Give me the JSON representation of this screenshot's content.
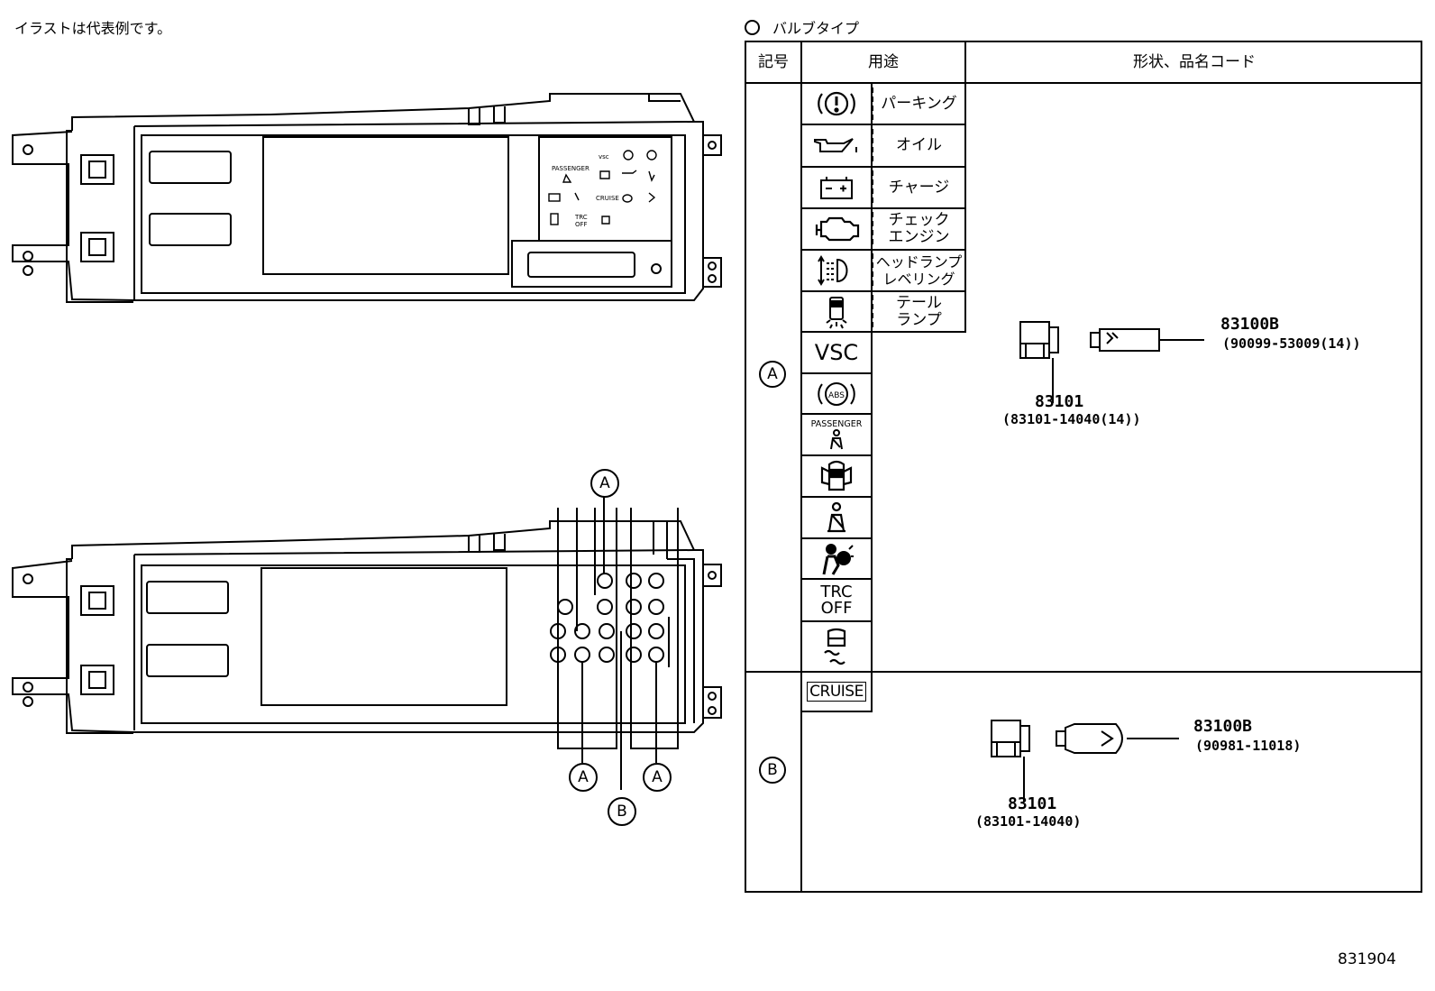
{
  "note": "イラストは代表例です。",
  "bulb_type_title": "バルブタイプ",
  "diagram_id": "831904",
  "table": {
    "headers": {
      "symbol": "記号",
      "usage": "用途",
      "shape_code": "形状、品名コード"
    },
    "row_a": {
      "symbol": "A",
      "items": [
        {
          "icon": "parking-brake-icon",
          "label": "パーキング"
        },
        {
          "icon": "oil-icon",
          "label": "オイル"
        },
        {
          "icon": "battery-icon",
          "label": "チャージ"
        },
        {
          "icon": "check-engine-icon",
          "label": "チェック\nエンジン"
        },
        {
          "icon": "headlamp-leveling-icon",
          "label": "ヘッドランプ\nレベリング"
        },
        {
          "icon": "tail-lamp-icon",
          "label": "テール\nランプ"
        },
        {
          "icon": "vsc-icon",
          "text": "VSC"
        },
        {
          "icon": "abs-icon",
          "text": "ABS"
        },
        {
          "icon": "passenger-seatbelt-icon",
          "text": "PASSENGER"
        },
        {
          "icon": "door-open-icon"
        },
        {
          "icon": "seatbelt-icon"
        },
        {
          "icon": "airbag-icon"
        },
        {
          "icon": "trc-off-icon",
          "text": "TRC\nOFF"
        },
        {
          "icon": "slip-indicator-icon"
        }
      ],
      "socket_part": "83101",
      "socket_code": "(83101-14040(14))",
      "bulb_part": "83100B",
      "bulb_code": "(90099-53009(14))"
    },
    "row_b": {
      "symbol": "B",
      "items": [
        {
          "icon": "cruise-icon",
          "text": "CRUISE"
        }
      ],
      "socket_part": "83101",
      "socket_code": "(83101-14040)",
      "bulb_part": "83100B",
      "bulb_code": "(90981-11018)"
    }
  },
  "callouts": {
    "a": "A",
    "b": "B"
  }
}
